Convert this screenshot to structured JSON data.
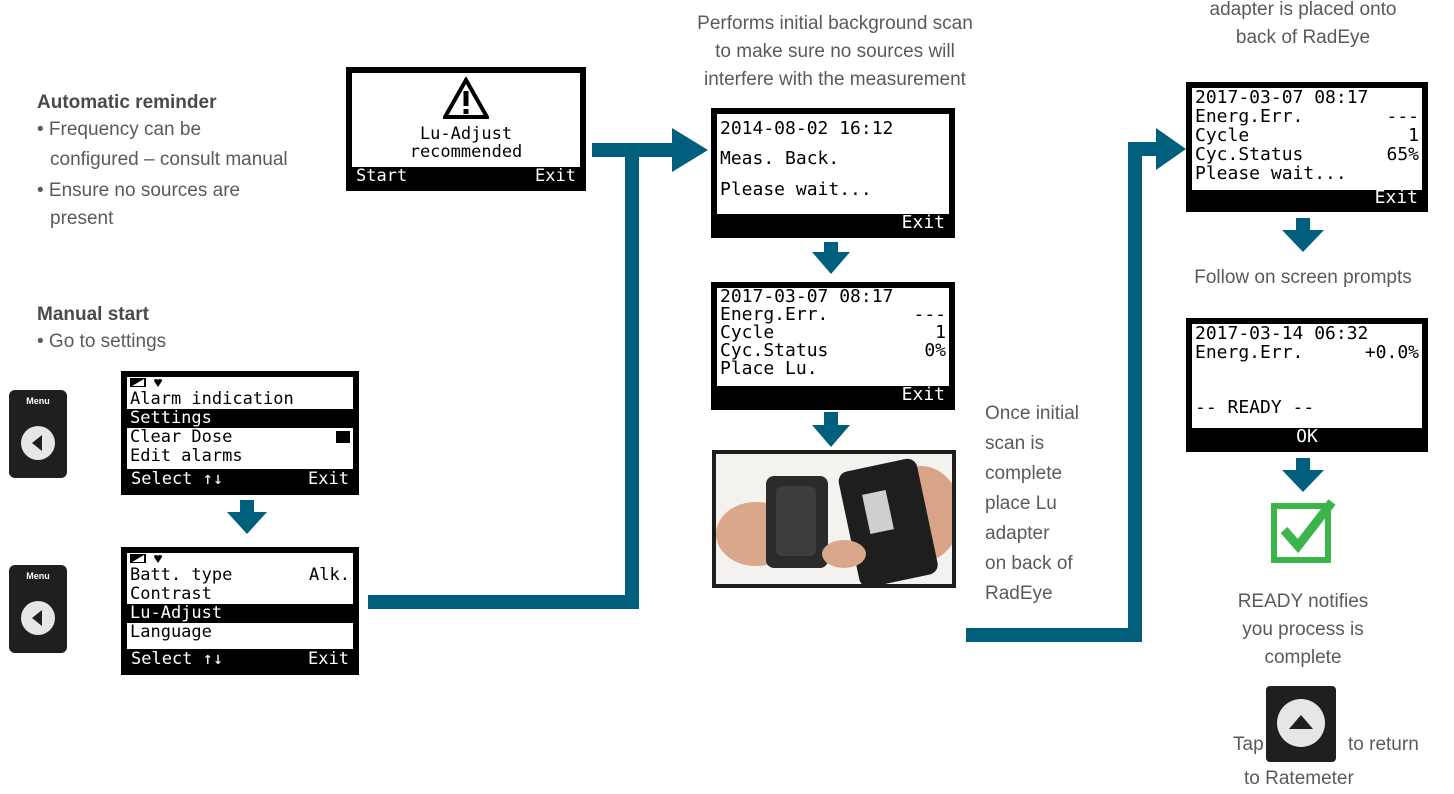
{
  "reminder": {
    "title": "Automatic reminder",
    "bullet1_line1": "• Frequency can be",
    "bullet1_line2": "configured – consult manual",
    "bullet2_line1": "• Ensure no sources are",
    "bullet2_line2": "present"
  },
  "manual": {
    "title": "Manual start",
    "bullet1": "• Go to settings"
  },
  "menu_key_label": "Menu",
  "screen_warning": {
    "line1": "Lu-Adjust",
    "line2": "recommended",
    "left": "Start",
    "right": "Exit"
  },
  "screen_menu1": {
    "lines": [
      "Alarm indication",
      "Settings",
      "Clear Dose",
      "Edit alarms"
    ],
    "left": "Select ↑↓",
    "right": "Exit"
  },
  "screen_menu2": {
    "lines": [
      "Batt. type",
      "Contrast",
      "Lu-Adjust",
      "Language"
    ],
    "line1_value": "Alk.",
    "left": "Select ↑↓",
    "right": "Exit"
  },
  "background_caption": {
    "line1": "Performs initial background scan",
    "line2": "to make sure no sources will",
    "line3": "interfere with the measurement"
  },
  "screen_meas": {
    "line1": "2014-08-02 16:12",
    "line2": "Meas. Back.",
    "line3": "Please wait...",
    "bar": "Exit"
  },
  "screen_place": {
    "line1": "2017-03-07 08:17",
    "line2_label": "Energ.Err.",
    "line2_value": "---",
    "line3_label": "Cycle",
    "line3_value": "1",
    "line4_label": "Cyc.Status",
    "line4_value": "0%",
    "line5": "Place Lu.",
    "bar": "Exit"
  },
  "place_caption": [
    "Once initial",
    "scan is",
    "complete",
    "place Lu",
    "adapter",
    "on back of",
    "RadEye"
  ],
  "top_right_caption": {
    "line1": "adapter is placed onto",
    "line2": "back of RadEye"
  },
  "screen_cycle": {
    "line1": "2017-03-07 08:17",
    "line2_label": "Energ.Err.",
    "line2_value": "---",
    "line3_label": "Cycle",
    "line3_value": "1",
    "line4_label": "Cyc.Status",
    "line4_value": "65%",
    "line5": "Please wait...",
    "bar": "Exit"
  },
  "follow_caption": "Follow on screen prompts",
  "screen_ready": {
    "line1": "2017-03-14 06:32",
    "line2_label": "Energ.Err.",
    "line2_value": "+0.0%",
    "line3": "-- READY --",
    "bar": "OK"
  },
  "ready_caption": [
    "READY notifies",
    "you process is",
    "complete"
  ],
  "tap_text": "Tap",
  "return_text": "to return",
  "ratemeter_text": "to Ratemeter",
  "colors": {
    "arrow": "#005f7d",
    "check": "#3ab54a",
    "label": "#5a5a5a"
  }
}
